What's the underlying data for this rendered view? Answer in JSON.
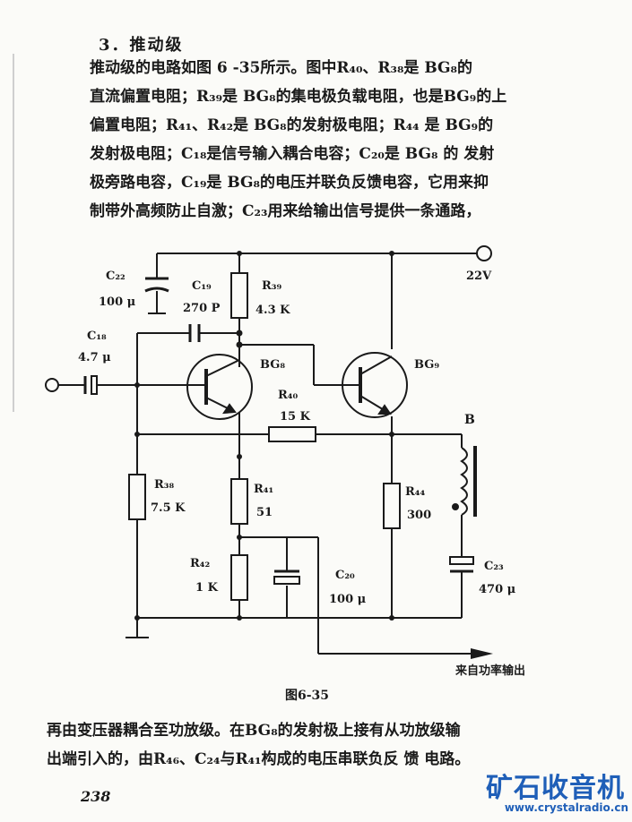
{
  "section": {
    "title": "3．推动级"
  },
  "paragraph1": [
    "推动级的电路如图 6 -35所示。图中R₄₀、R₃₈是 BG₈的",
    "直流偏置电阻；R₃₉是 BG₈的集电极负载电阻，也是BG₉的上",
    "偏置电阻；R₄₁、R₄₂是 BG₈的发射极电阻；R₄₄ 是 BG₉的",
    "发射极电阻；C₁₈是信号输入耦合电容；C₂₀是 BG₈ 的 发射",
    "极旁路电容，C₁₉是 BG₈的电压并联负反馈电容，它用来抑",
    "制带外高频防止自激；C₂₃用来给输出信号提供一条通路，"
  ],
  "circuit": {
    "supply_label": "22V",
    "components": {
      "c22": {
        "name": "C₂₂",
        "value": "100 μ"
      },
      "c19": {
        "name": "C₁₉",
        "value": "270 P"
      },
      "r39": {
        "name": "R₃₉",
        "value": "4.3 K"
      },
      "c18": {
        "name": "C₁₈",
        "value": "4.7  μ"
      },
      "bg8": {
        "name": "BG₈"
      },
      "bg9": {
        "name": "BG₉"
      },
      "r40": {
        "name": "R₄₀",
        "value": "15 K"
      },
      "b": {
        "name": "B"
      },
      "r38": {
        "name": "R₃₈",
        "value": "7.5 K"
      },
      "r41": {
        "name": "R₄₁",
        "value": "51"
      },
      "r44": {
        "name": "R₄₄",
        "value": "300"
      },
      "c23": {
        "name": "C₂₃",
        "value": "470  μ"
      },
      "r42": {
        "name": "R₄₂",
        "value": "1 K"
      },
      "c20": {
        "name": "C₂₀",
        "value": "100  μ"
      }
    },
    "feedback_label": "来自功率输出"
  },
  "figure": {
    "caption": "图6-35"
  },
  "paragraph2": [
    "再由变压器耦合至功放级。在BG₈的发射极上接有从功放级输",
    "出端引入的，由R₄₆、C₂₄与R₄₁构成的电压串联负反 馈 电路。"
  ],
  "page": {
    "number": "238"
  },
  "watermark": {
    "title": "矿石收音机",
    "url": "www.crystalradio.cn"
  }
}
